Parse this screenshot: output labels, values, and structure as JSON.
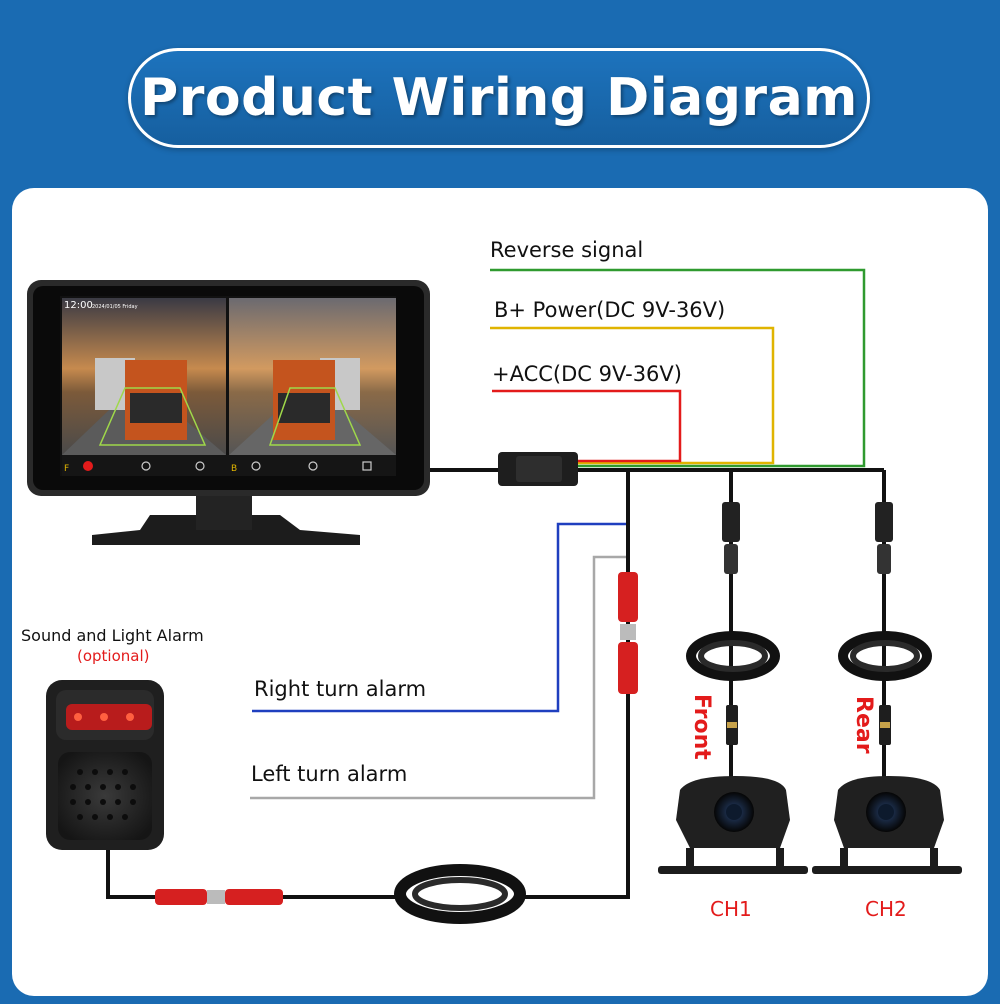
{
  "title": "Product Wiring Diagram",
  "monitor": {
    "time": "12:00",
    "date": "2024/01/05 Friday",
    "left_channel_label": "F",
    "right_channel_label": "B"
  },
  "wire_labels": {
    "reverse": "Reverse signal",
    "power": "B+ Power(DC 9V-36V)",
    "acc": "+ACC(DC 9V-36V)",
    "right_turn": "Right turn alarm",
    "left_turn": "Left turn alarm"
  },
  "alarm": {
    "title": "Sound and Light Alarm",
    "note": "(optional)"
  },
  "cameras": [
    {
      "position": "Front",
      "channel": "CH1"
    },
    {
      "position": "Rear",
      "channel": "CH2"
    }
  ],
  "colors": {
    "background": "#1a6bb2",
    "reverse_wire": "#2f9a2f",
    "power_wire": "#e0b400",
    "acc_wire": "#e31b1b",
    "right_turn_wire": "#1f3fbf",
    "left_turn_wire": "#a8a8a8",
    "accent_red": "#e31b1b"
  }
}
